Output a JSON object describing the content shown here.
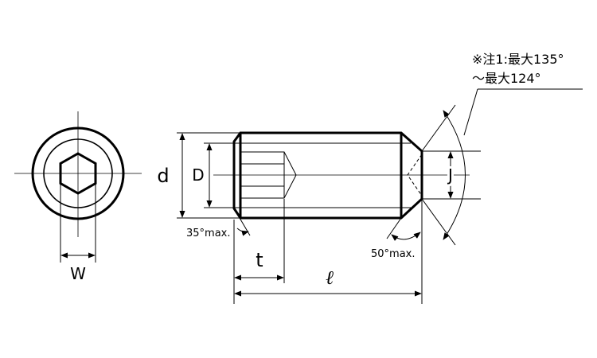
{
  "labels": {
    "d": "d",
    "D": "D",
    "J": "J",
    "W": "W",
    "t": "t",
    "l": "ℓ",
    "angle_35": "35°max.",
    "angle_50": "50°max.",
    "note_line1": "※注1:最大135°",
    "note_line2": "～最大124°"
  }
}
